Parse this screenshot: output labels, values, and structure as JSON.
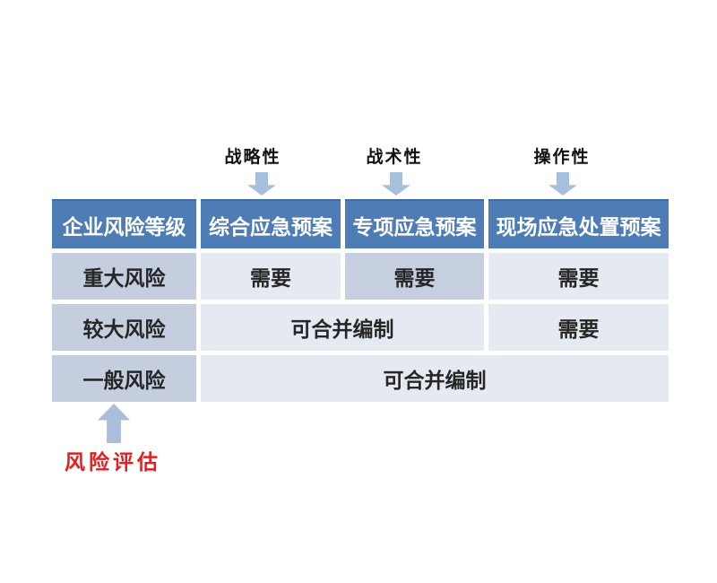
{
  "top_labels": {
    "strategic": "战略性",
    "tactical": "战术性",
    "operational": "操作性"
  },
  "table": {
    "headers": [
      "企业风险等级",
      "综合应急预案",
      "专项应急预案",
      "现场应急处置预案"
    ],
    "rows": [
      {
        "label": "重大风险",
        "cells": [
          "需要",
          "需要",
          "需要"
        ]
      },
      {
        "label": "较大风险",
        "cells": [
          "可合并编制",
          "需要"
        ]
      },
      {
        "label": "一般风险",
        "cells": [
          "可合并编制"
        ]
      }
    ]
  },
  "bottom_label": "风险评估",
  "colors": {
    "header_bg": "#4e7cb5",
    "header_text": "#ffffff",
    "header_border_top": "#3e6ca6",
    "label_cell_bg": "#c4cedf",
    "body_cell_bg": "#e5e9f1",
    "highlight_cell_bg": "#c5cfe0",
    "cell_text": "#262626",
    "arrow": "#a6bfdc",
    "assessment_text": "#e02020",
    "background": "#ffffff"
  }
}
